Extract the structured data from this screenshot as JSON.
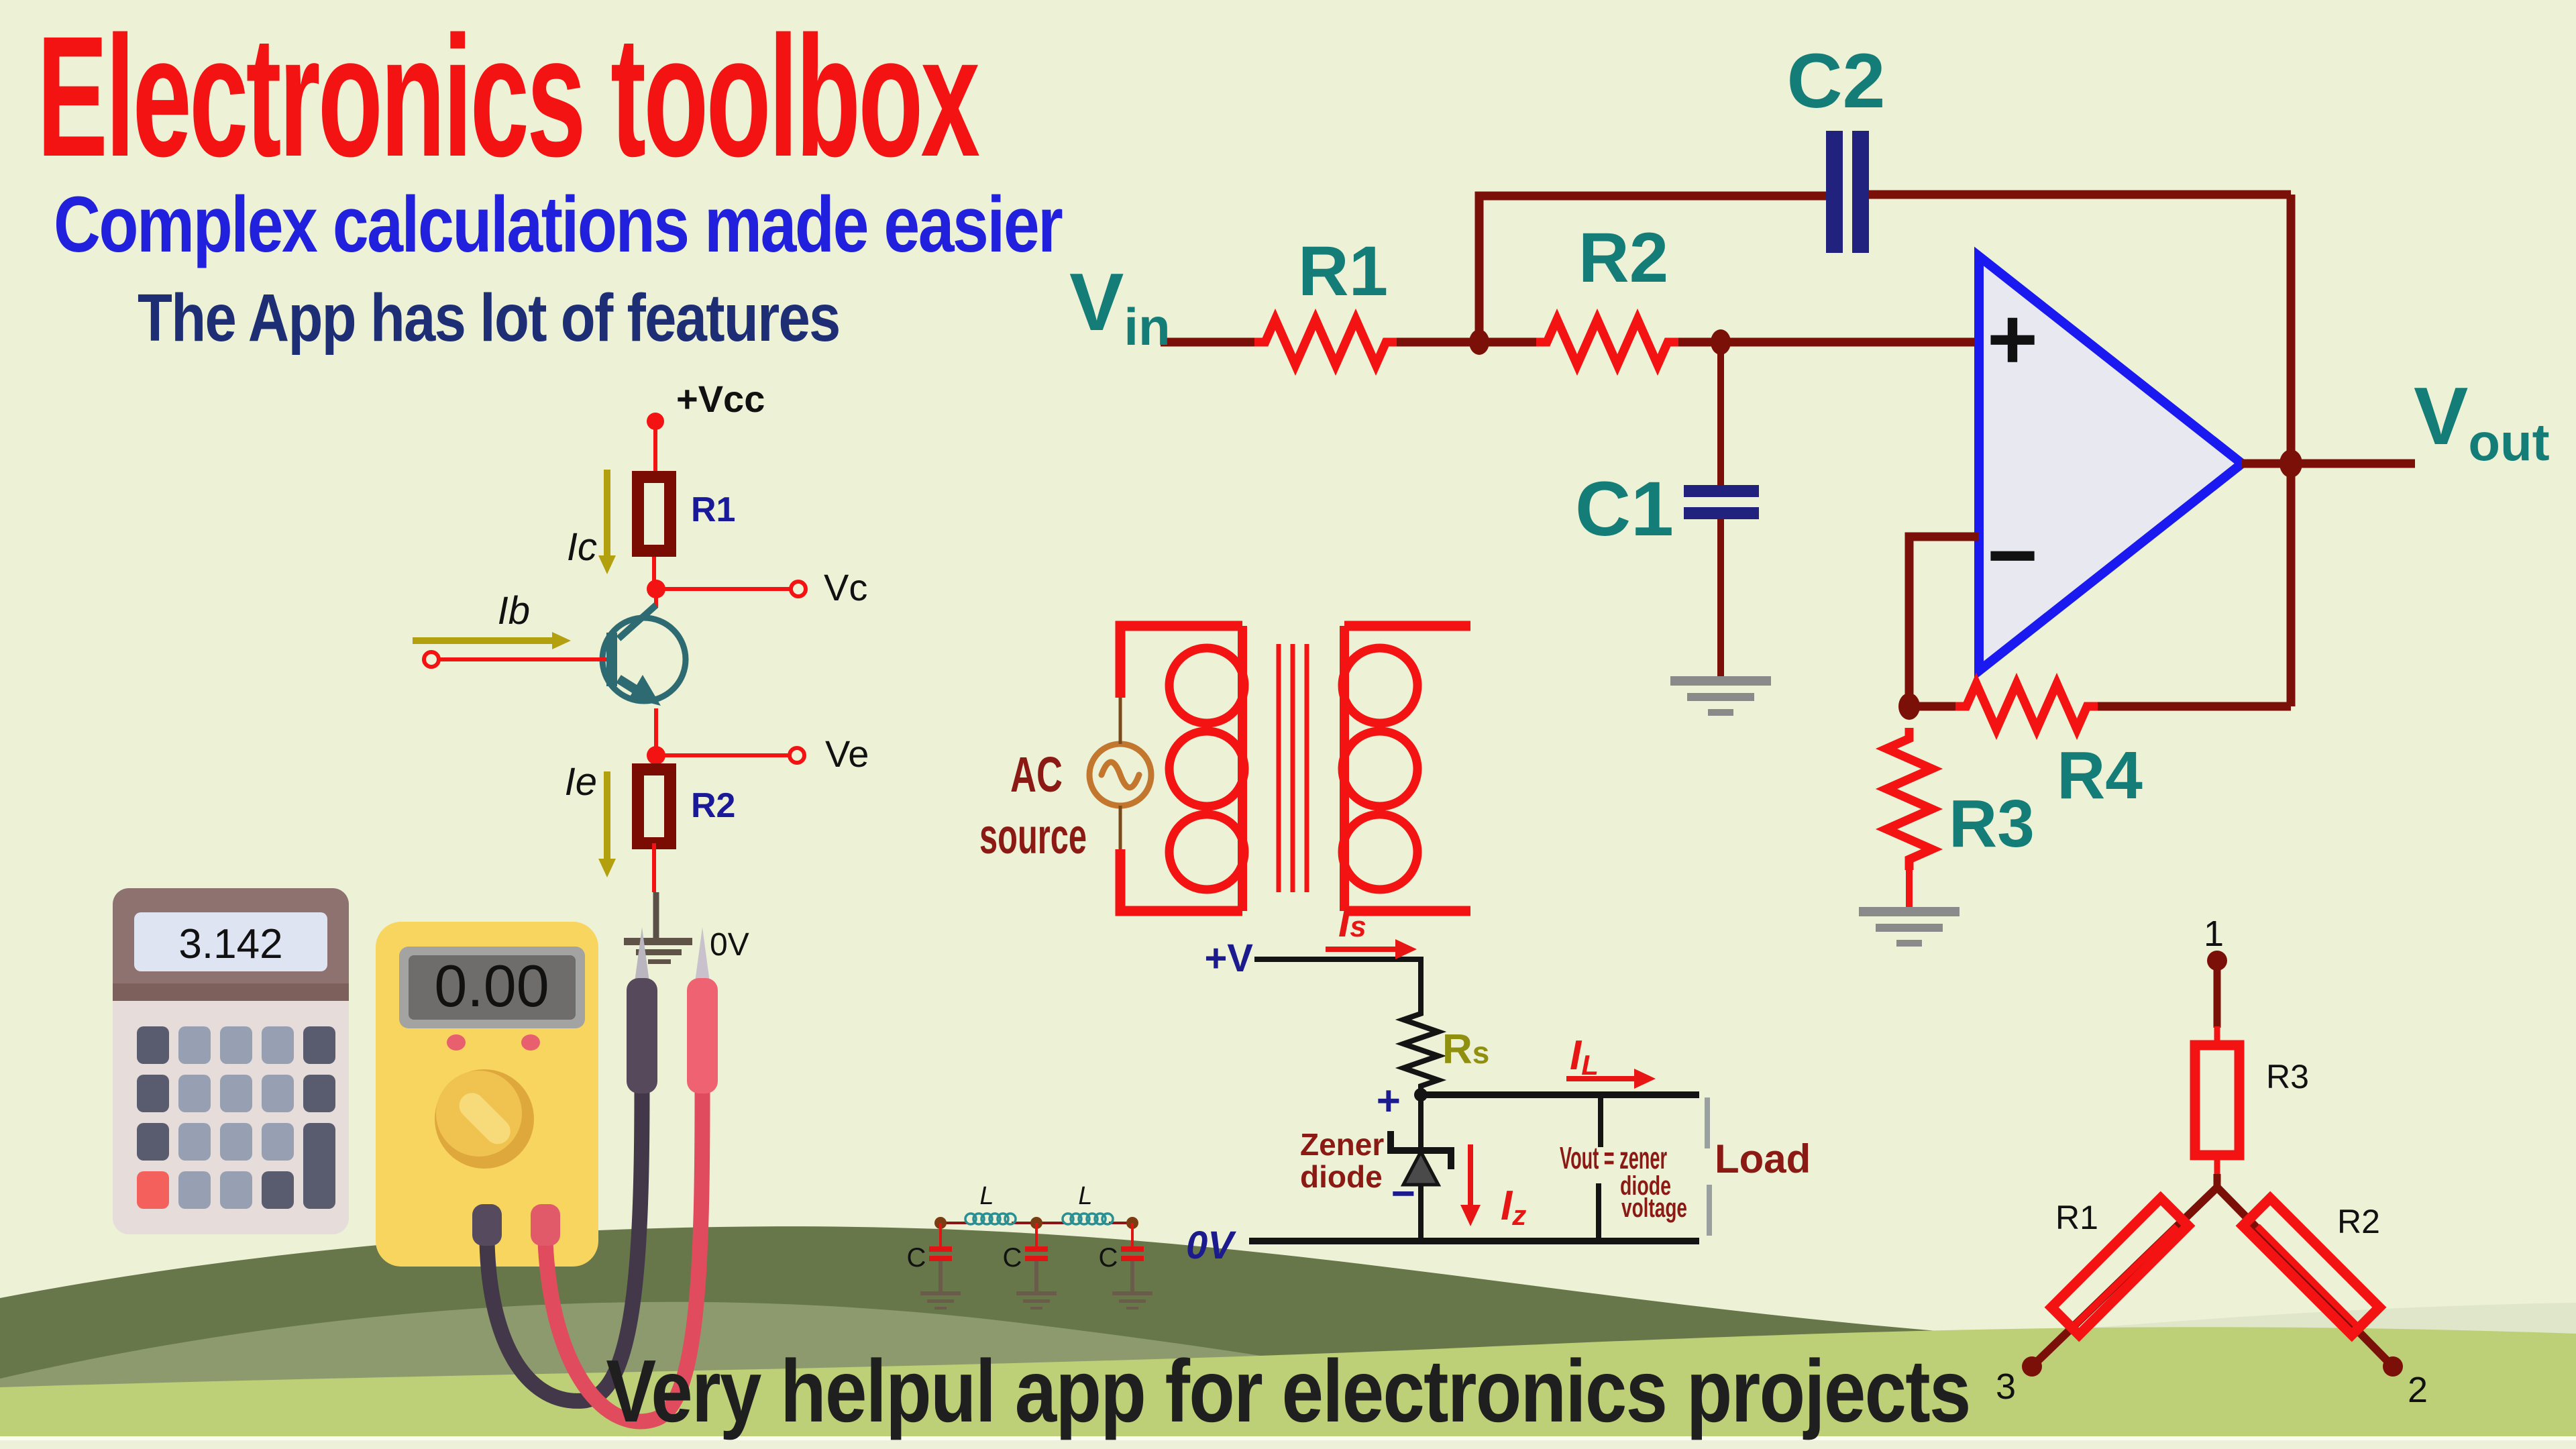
{
  "header": {
    "title": "Electronics toolbox",
    "subtitle": "Complex calculations made easier",
    "tagline": "The App has lot of features"
  },
  "banner": {
    "text": "Very helpul app for electronics projects"
  },
  "opamp_circuit": {
    "vin_v": "V",
    "vin_sub": "in",
    "r1": "R1",
    "r2": "R2",
    "c1": "C1",
    "c2": "C2",
    "r3": "R3",
    "r4": "R4",
    "plus": "+",
    "minus": "−",
    "vout_v": "V",
    "vout_sub": "out"
  },
  "transistor_circuit": {
    "vcc": "+Vcc",
    "r1": "R1",
    "r2": "R2",
    "ic": "Ic",
    "ib": "Ib",
    "ie": "Ie",
    "vc": "Vc",
    "ve": "Ve",
    "zero_v": "0V"
  },
  "transformer": {
    "label_line1": "AC",
    "label_line2": "source"
  },
  "zener_circuit": {
    "v_plus": "+V",
    "is_i": "I",
    "is_sub": "s",
    "rs_r": "R",
    "rs_sub": "s",
    "il_i": "I",
    "il_sub": "L",
    "iz_i": "I",
    "iz_sub": "z",
    "plus": "+",
    "minus": "−",
    "name_line1": "Zener",
    "name_line2": "diode",
    "vout_line1": "Vout = zener",
    "vout_line2": "diode",
    "vout_line3": "voltage",
    "load": "Load",
    "zero_v": "0V"
  },
  "lc_filter": {
    "l": "L",
    "c": "C"
  },
  "y_network": {
    "n1": "1",
    "n2": "2",
    "n3": "3",
    "r1": "R1",
    "r2": "R2",
    "r3": "R3"
  },
  "calculator": {
    "display": "3.142"
  },
  "multimeter": {
    "display": "0.00"
  },
  "colors": {
    "background": "#edf2d7",
    "title_red": "#f31313",
    "subtitle_blue": "#2121dd",
    "tagline_navy": "#1d2e75",
    "label_teal": "#157d78",
    "wire_maroon": "#7b1008",
    "component_red": "#f31313",
    "capacitor_navy": "#21217e",
    "opamp_blue": "#1a1af0",
    "transistor_teal": "#2d6a72",
    "arrow_olive": "#b3a00f",
    "dark_red_text": "#8b1a14",
    "hill_dark": "#67774a",
    "hill_mid": "#8d9a6e",
    "hill_light": "#bdd077",
    "calculator_key_dark": "#585c6e",
    "calculator_key_light": "#96a0b2",
    "calculator_key_red": "#f4605c",
    "multimeter_yellow": "#f8d55f"
  }
}
